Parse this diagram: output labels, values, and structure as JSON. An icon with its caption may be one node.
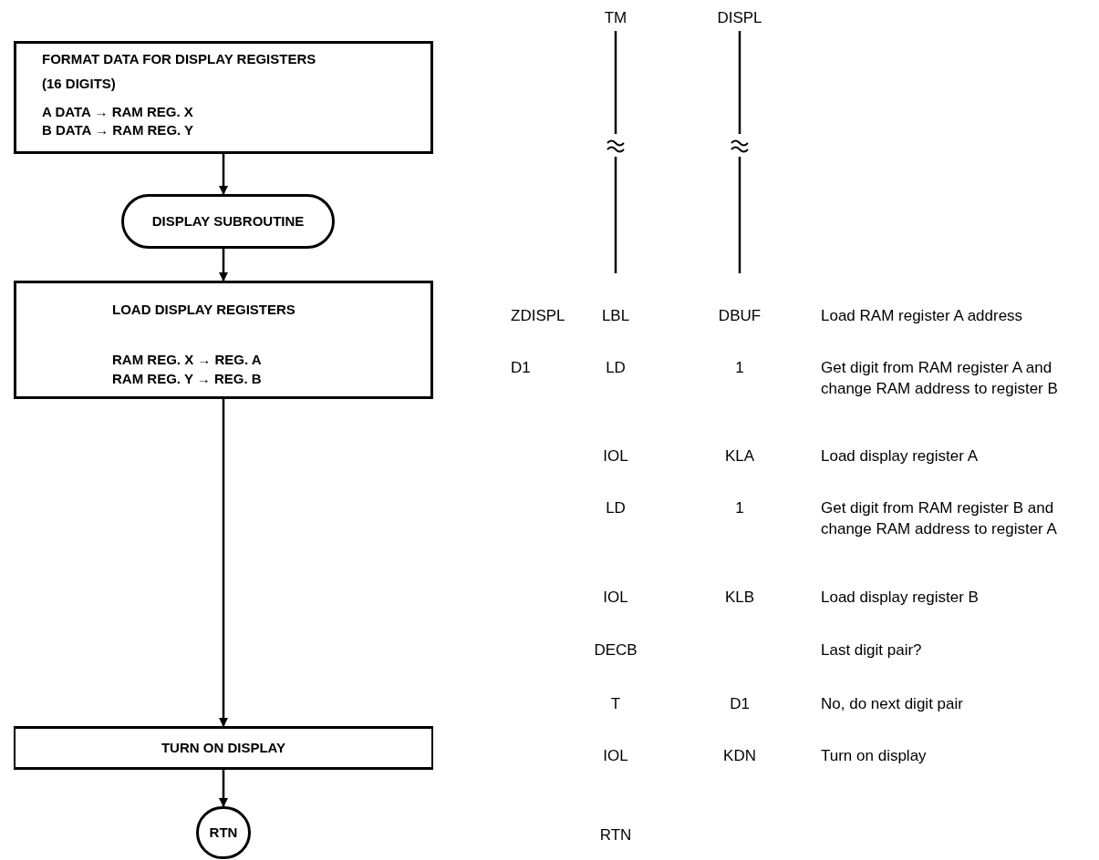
{
  "diagram": {
    "nodes": [
      {
        "text": [
          "FORMAT DATA FOR DISPLAY REGISTERS",
          "(16 DIGITS)",
          "A DATA → RAM REG. X",
          "B DATA → RAM REG. Y"
        ]
      },
      {
        "text": [
          "DISPLAY SUBROUTINE"
        ]
      },
      {
        "text": [
          "LOAD DISPLAY REGISTERS",
          "RAM REG. X → REG. A",
          "RAM REG. Y → REG. B"
        ]
      },
      {
        "text": [
          "TURN ON DISPLAY"
        ]
      },
      {
        "text": [
          "RTN"
        ]
      }
    ],
    "edges": [
      {
        "from": 0,
        "to": 1,
        "arrow": "to"
      },
      {
        "from": 1,
        "to": 2,
        "arrow": "to"
      },
      {
        "from": 2,
        "to": 3,
        "arrow": "to"
      },
      {
        "from": 3,
        "to": 4,
        "arrow": "to"
      }
    ],
    "labels": [
      "TM",
      "DISPL",
      "ZDISPL",
      "LBL",
      "DBUF",
      "Load RAM register A address",
      "D1",
      "LD",
      "1",
      "Get digit from RAM register A and change RAM address to register B",
      "IOL",
      "KLA",
      "Load display register A",
      "LD",
      "1",
      "Get digit from RAM register B and change RAM address to register A",
      "IOL",
      "KLB",
      "Load display register B",
      "DECB",
      "Last digit pair?",
      "T",
      "D1",
      "No, do next digit pair",
      "IOL",
      "KDN",
      "Turn on display",
      "RTN"
    ]
  }
}
